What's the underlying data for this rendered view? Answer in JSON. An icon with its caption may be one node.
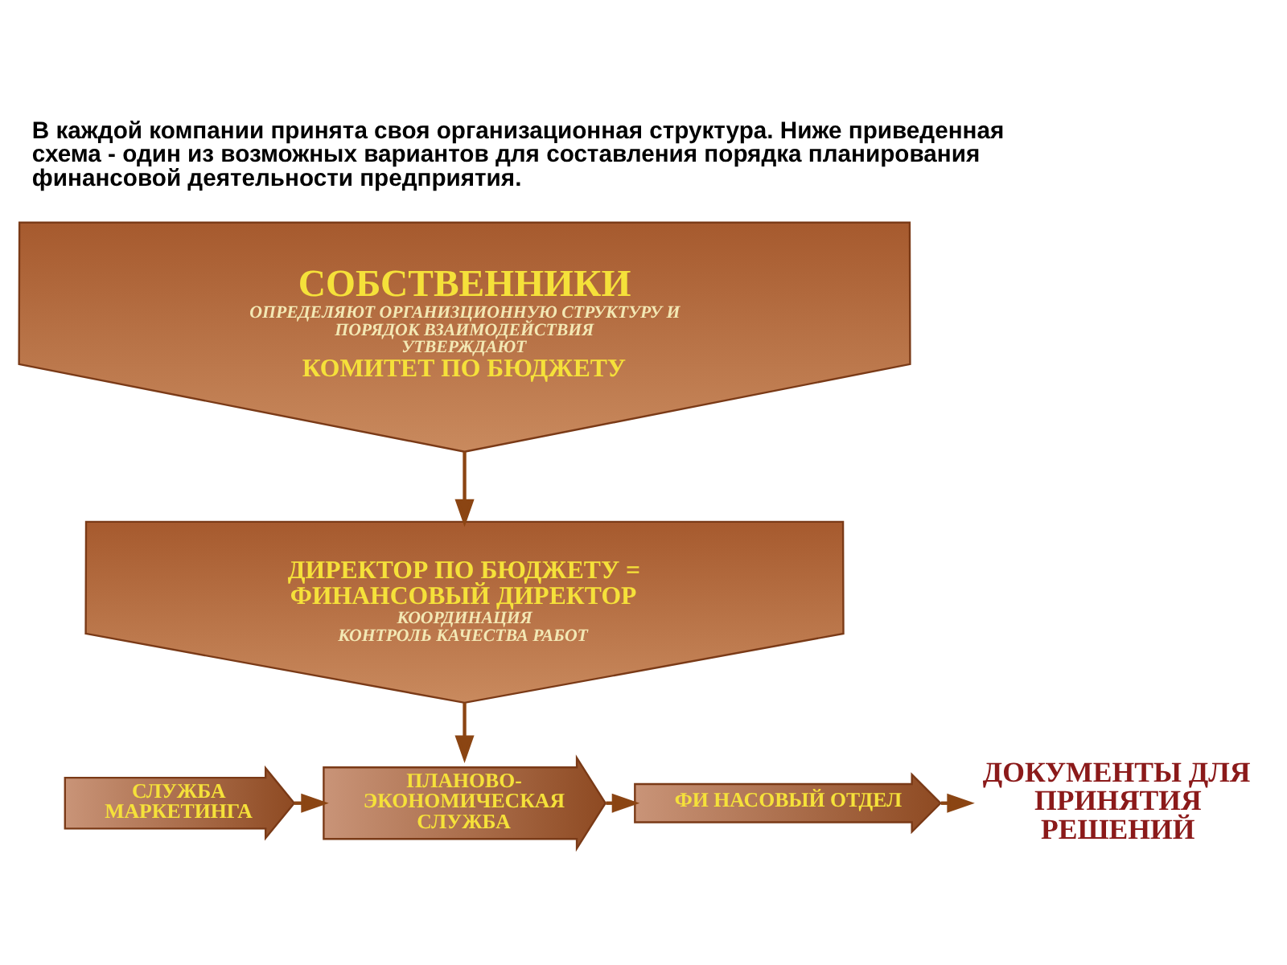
{
  "diagram": {
    "title": "В каждой компании принята своя организационная структура. Ниже приведенная схема - один из возможных вариантов для составления порядка планирования финансовой деятельности предприятия.",
    "nodes": [
      {
        "text": [
          "СОБСТВЕННИКИ",
          "ОПРЕДЕЛЯЮТ ОРГАНИЗЦИОННУЮ СТРУКТУРУ И ПОРЯДОК ВЗАИМОДЕЙСТВИЯ",
          "УТВЕРЖДАЮТ",
          "КОМИТЕТ ПО БЮДЖЕТУ"
        ]
      },
      {
        "text": [
          "ДИРЕКТОР ПО БЮДЖЕТУ = ФИНАНСОВЫЙ ДИРЕКТОР",
          "КООРДИНАЦИЯ",
          "КОНТРОЛЬ КАЧЕСТВА РАБОТ"
        ]
      },
      {
        "text": [
          "СЛУЖБА МАРКЕТИНГА"
        ]
      },
      {
        "text": [
          "ПЛАНОВО-ЭКОНОМИЧЕСКАЯ СЛУЖБА"
        ]
      },
      {
        "text": [
          "ФИ НАСОВЫЙ ОТДЕЛ"
        ]
      },
      {
        "text": [
          "ДОКУМЕНТЫ ДЛЯ ПРИНЯТИЯ РЕШЕНИЙ"
        ]
      }
    ],
    "edges": [
      {
        "from": 0,
        "to": 1,
        "arrow": "to"
      },
      {
        "from": 1,
        "to": 3,
        "arrow": "to"
      },
      {
        "from": 2,
        "to": 3,
        "arrow": "to"
      },
      {
        "from": 3,
        "to": 4,
        "arrow": "to"
      },
      {
        "from": 4,
        "to": 5,
        "arrow": "to"
      }
    ]
  }
}
